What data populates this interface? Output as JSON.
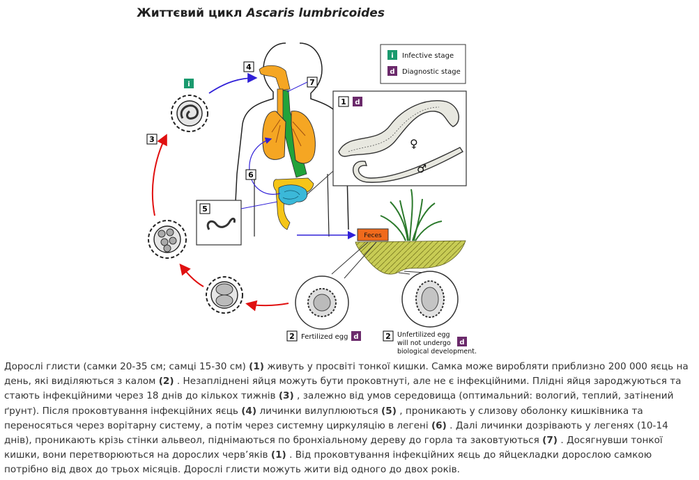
{
  "title": {
    "prefix": "Життєвий цикл",
    "species": "Ascaris lumbricoides"
  },
  "legend": {
    "infective_tag": "i",
    "infective_label": "Infective stage",
    "diagnostic_tag": "d",
    "diagnostic_label": "Diagnostic stage"
  },
  "stages": {
    "s1": "1",
    "s2a": "2",
    "s2b": "2",
    "s3": "3",
    "s4": "4",
    "s5": "5",
    "s6": "6",
    "s7": "7"
  },
  "labels": {
    "feces": "Feces",
    "fertilized_egg": "Fertilized egg",
    "unfertilized_line1": "Unfertilized egg",
    "unfertilized_line2": "will not undergo",
    "unfertilized_line3": "biological development.",
    "female_symbol": "♀",
    "male_symbol": "♂"
  },
  "colors": {
    "infective": "#1a9a6e",
    "diagnostic": "#6b2a6b",
    "red_arrow": "#e01010",
    "blue_arrow": "#3020d8",
    "lungs": "#f5a623",
    "gut_green": "#22a33a",
    "intestine_blue": "#3bb8d8",
    "intestine_yellow": "#f5c518",
    "feces_box": "#f06a1c",
    "soil": "#c8cc55"
  },
  "caption": {
    "p1": "Дорослі глисти (самки 20-35 см; самці 15-30 см) ",
    "r1": "(1)",
    "p2": " живуть у просвіті тонкої кишки. Самка може виробляти приблизно 200 000 яєць на день, які виділяються з калом ",
    "r2": "(2)",
    "p3": " . Незапліднені яйця можуть бути проковтнуті, але не є інфекційними. Плідні яйця зароджуються та стають інфекційними через 18 днів до кількох тижнів ",
    "r3": "(3)",
    "p4": " , залежно від умов середовища (оптимальний: вологий, теплий, затінений ґрунт). Після проковтування інфекційних яєць ",
    "r4": "(4)",
    "p5": " личинки вилуплюються ",
    "r5": "(5)",
    "p6": " , проникають у слизову оболонку кишківника та переносяться через ворітарну систему, а потім через системну циркуляцію в легені ",
    "r6": "(6)",
    "p7": " . Далі личинки дозрівають у легенях (10-14 днів), проникають крізь стінки альвеол, піднімаються по бронхіальному дереву до горла та заковтуються ",
    "r7": "(7)",
    "p8": " . Досягнувши тонкої кишки, вони перетворюються на дорослих черв’яків ",
    "r8": "(1)",
    "p9": " . Від проковтування інфекційних яєць до яйцекладки дорослою самкою потрібно від двох до трьох місяців. Дорослі глисти можуть жити від одного до двох років."
  }
}
